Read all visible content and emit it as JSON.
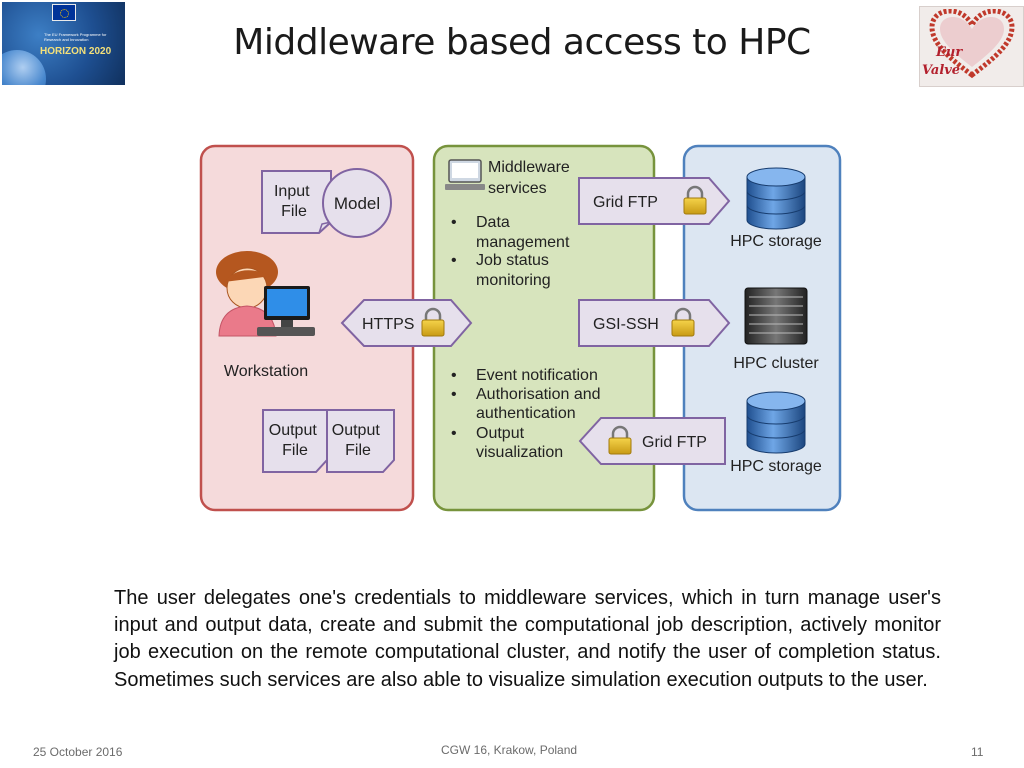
{
  "slide": {
    "title": "Middleware based access to HPC",
    "description": "The user delegates one's credentials to middleware services, which in turn manage user's input and output data, create and submit the computational job description, actively monitor job execution on the remote computational cluster, and notify the user of completion status. Sometimes such services are also able to visualize simulation execution outputs to the user."
  },
  "logos": {
    "left": {
      "text": "HORIZON 2020",
      "small_text": "The EU Framework Programme for Research and Innovation",
      "icon": "eu-flag-icon"
    },
    "right": {
      "line1": "Eur",
      "line2": "Valve",
      "icon": "heart-icon"
    }
  },
  "diagram": {
    "workstation": {
      "input_file": [
        "Input",
        "File"
      ],
      "model": "Model",
      "label": "Workstation",
      "output_files": [
        [
          "Output",
          "File"
        ],
        [
          "Output",
          "File"
        ]
      ]
    },
    "middleware": {
      "title": [
        "Middleware",
        "services"
      ],
      "bullets_top": [
        [
          "Data",
          "management"
        ],
        [
          "Job status",
          "monitoring"
        ]
      ],
      "bullets_bottom": [
        [
          "Event notification"
        ],
        [
          "Authorisation and",
          "authentication"
        ],
        [
          "Output",
          "visualization"
        ]
      ]
    },
    "connectors": {
      "https": "HTTPS",
      "grid_ftp_top": "Grid FTP",
      "gsi_ssh": "GSI-SSH",
      "grid_ftp_bottom": "Grid FTP"
    },
    "hpc": {
      "storage_top": "HPC storage",
      "cluster": "HPC cluster",
      "storage_bottom": "HPC storage"
    },
    "colors": {
      "workstation_fill": "#f5dadb",
      "workstation_border": "#c0504d",
      "middleware_fill": "#d7e4bd",
      "middleware_border": "#77933c",
      "hpc_fill": "#dce6f2",
      "hpc_border": "#4f81bd",
      "arrow_fill": "#e6e0ec",
      "arrow_border": "#8064a2"
    }
  },
  "footer": {
    "date": "25 October 2016",
    "event": "CGW 16, Krakow, Poland",
    "page": "11"
  }
}
